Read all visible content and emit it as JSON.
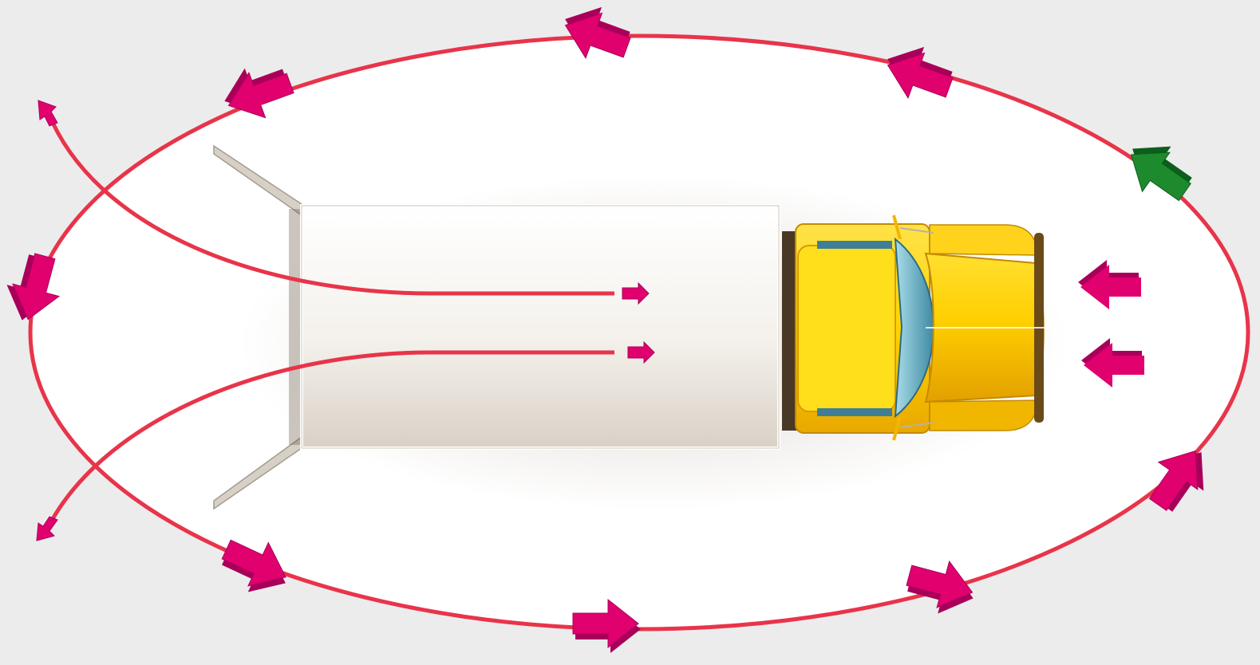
{
  "diagram": {
    "colors": {
      "background": "#ececec",
      "zone_fill": "#ffffff",
      "path_line": "#e8344a",
      "arrow_magenta": "#e0006e",
      "arrow_magenta_dark": "#a8005a",
      "arrow_green": "#1e8a2e",
      "arrow_green_dark": "#0c5e1c",
      "trailer_fill": "#f7f5f2",
      "trailer_shade": "#d8d2c8",
      "cab_yellow": "#ffd400",
      "cab_yellow_dark": "#e0a000",
      "windshield": "#6fb6c9"
    },
    "elements": {
      "zone": "danger-zone-ellipse",
      "vehicle": "truck-top-view",
      "loop_arrow_count": 11,
      "highlighted_arrow": "green-arrow-right-front",
      "entry_paths": 2,
      "front_approach_arrows": 2
    }
  }
}
